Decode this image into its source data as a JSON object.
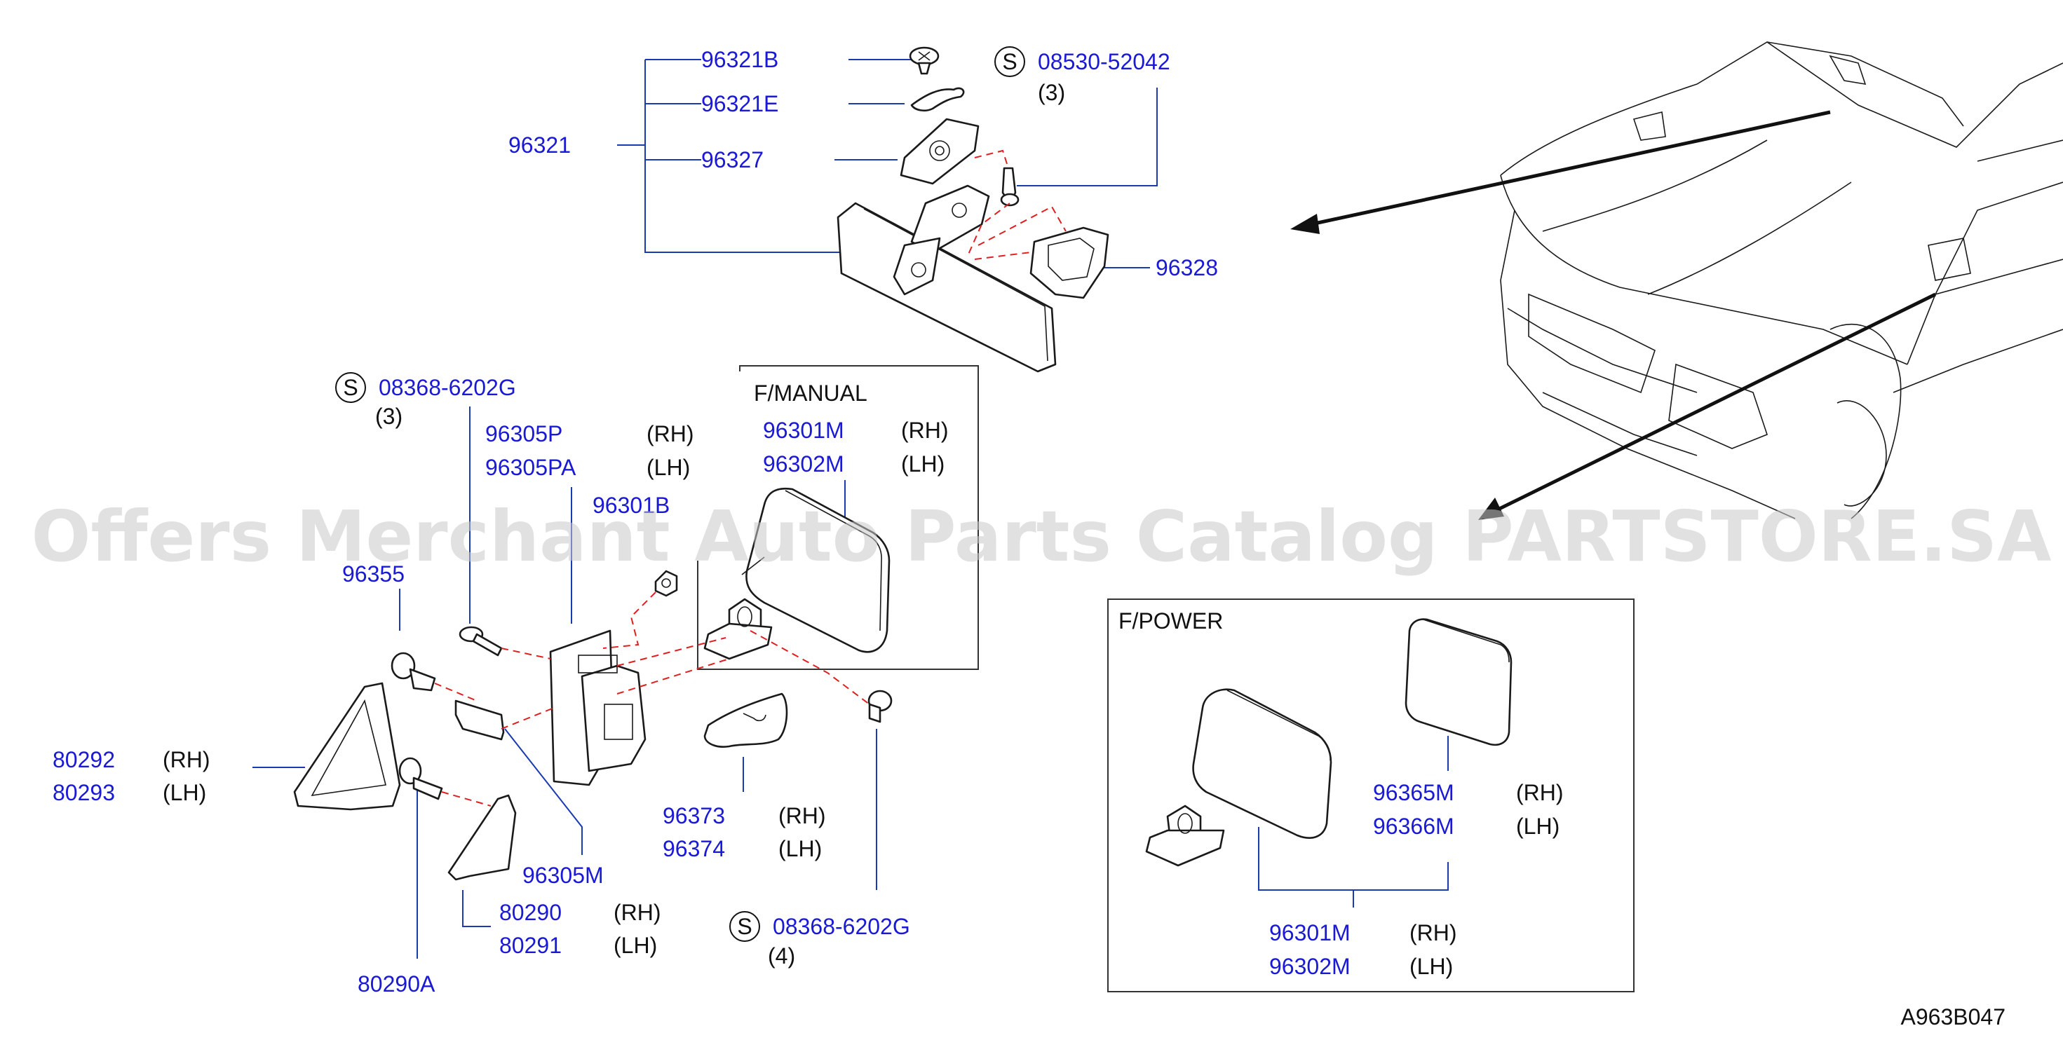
{
  "labels": {
    "p96321": "96321",
    "p96321B": "96321B",
    "p96321E": "96321E",
    "p96327": "96327",
    "s08530": "08530-52042",
    "q3a": "(3)",
    "p96328": "96328",
    "s08368a": "08368-6202G",
    "q3b": "(3)",
    "p96305P": "96305P",
    "p96305PA": "96305PA",
    "p96301B": "96301B",
    "p96355": "96355",
    "p80292": "80292",
    "p80293": "80293",
    "p80290": "80290",
    "p80291": "80291",
    "p80290A": "80290A",
    "p96305M": "96305M",
    "p96373": "96373",
    "p96374": "96374",
    "s08368b": "08368-6202G",
    "q4": "(4)",
    "p96301M_manual": "96301M",
    "p96302M_manual": "96302M",
    "p96365M": "96365M",
    "p96366M": "96366M",
    "p96301M_power": "96301M",
    "p96302M_power": "96302M",
    "rh": "(RH)",
    "lh": "(LH)",
    "s": "S",
    "f_manual": "F/MANUAL",
    "f_power": "F/POWER",
    "diagram_code": "A963B047"
  },
  "watermark": "Offers Merchant Auto Parts Catalog PARTSTORE.SA",
  "colors": {
    "part_number": "#1a1ad6",
    "leader_line": "#1a3ab0",
    "dashed_assembly": "#e02020",
    "drawing": "#1a1a1a",
    "watermark": "#c8c8c8"
  }
}
